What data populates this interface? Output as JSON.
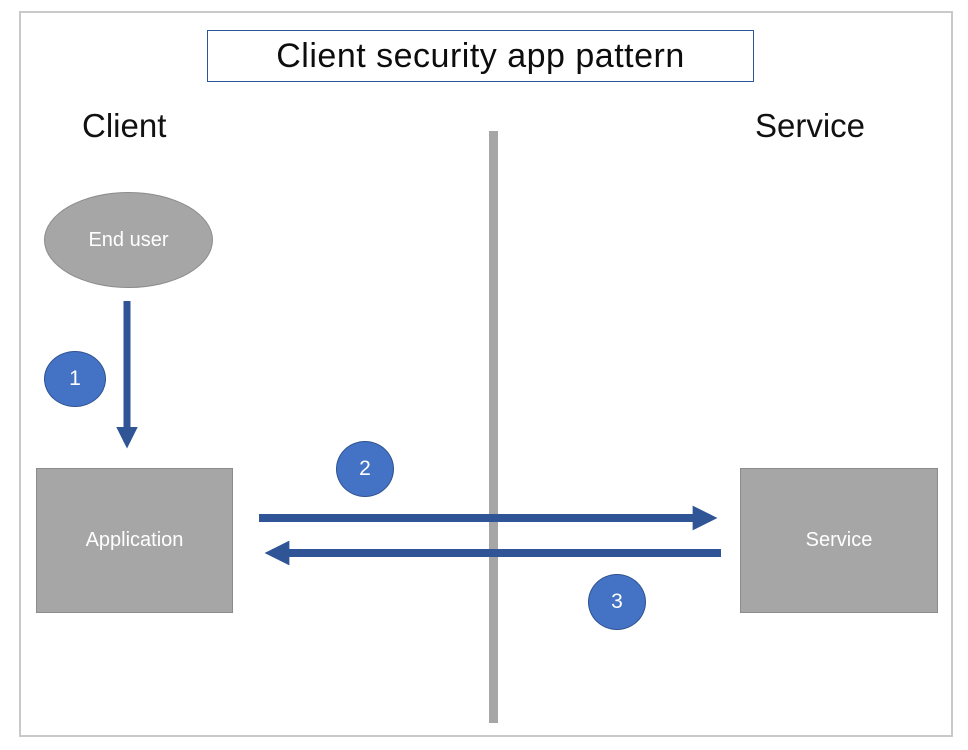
{
  "title": {
    "text": "Client security app pattern"
  },
  "headings": {
    "client": "Client",
    "service": "Service"
  },
  "nodes": {
    "end_user": {
      "label": "End user"
    },
    "application": {
      "label": "Application"
    },
    "service": {
      "label": "Service"
    }
  },
  "badges": [
    {
      "label": "1"
    },
    {
      "label": "2"
    },
    {
      "label": "3"
    }
  ],
  "arrows": [
    {
      "name": "end-user-to-application",
      "direction": "down"
    },
    {
      "name": "application-to-service",
      "direction": "right"
    },
    {
      "name": "service-to-application",
      "direction": "left"
    }
  ],
  "colors": {
    "node_fill": "#a6a6a6",
    "node_border": "#8b8b8b",
    "arrow": "#2f5597",
    "badge_fill": "#4472c4",
    "badge_border": "#2f528f",
    "divider": "#a6a6a6",
    "frame_border": "#c9c9c9",
    "title_border": "#2f5597"
  }
}
